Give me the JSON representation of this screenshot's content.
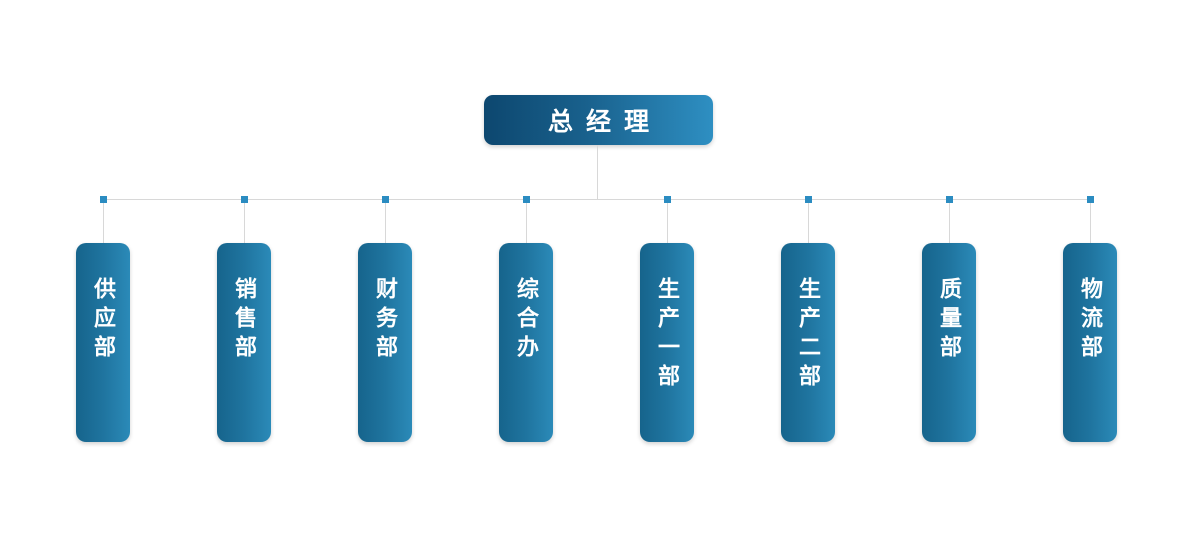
{
  "chart": {
    "type": "org-chart",
    "root": {
      "label": "总经理"
    },
    "departments": [
      {
        "label": "供应部"
      },
      {
        "label": "销售部"
      },
      {
        "label": "财务部"
      },
      {
        "label": "综合办"
      },
      {
        "label": "生产一部"
      },
      {
        "label": "生产二部"
      },
      {
        "label": "质量部"
      },
      {
        "label": "物流部"
      }
    ],
    "colors": {
      "root_gradient_start": "#0d476f",
      "root_gradient_end": "#2e8fc2",
      "department_gradient_start": "#16648c",
      "department_gradient_end": "#2b8ab8",
      "connector_line": "#d8d8d8",
      "connector_node": "#2b8cc1",
      "text": "#ffffff",
      "background": "#ffffff"
    }
  }
}
